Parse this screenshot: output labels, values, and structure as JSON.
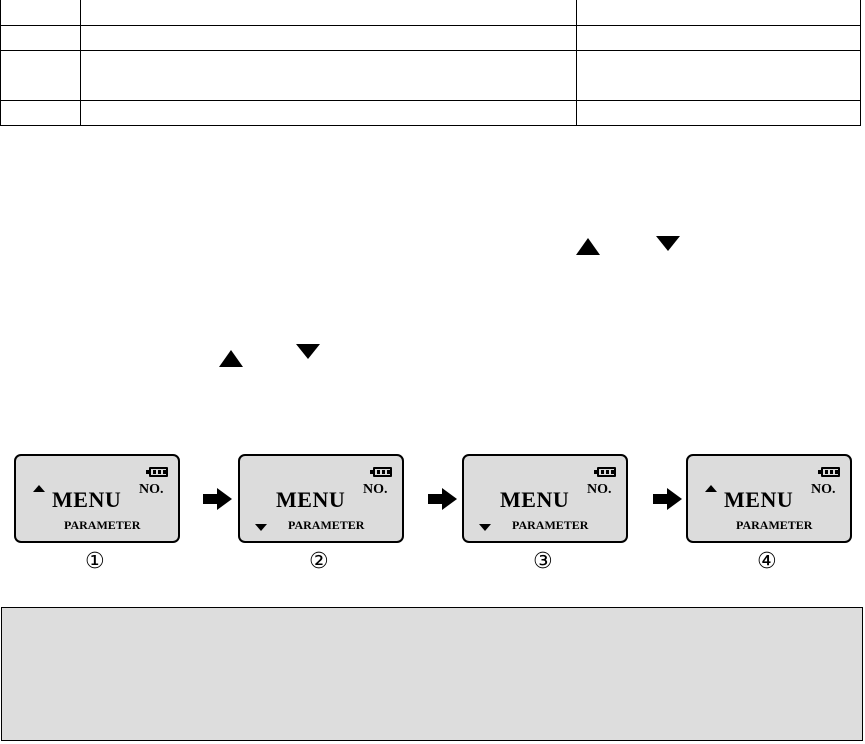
{
  "table": {
    "rows": [
      [
        "",
        "",
        ""
      ],
      [
        "",
        "",
        ""
      ],
      [
        "",
        "",
        ""
      ],
      [
        "",
        "",
        ""
      ]
    ]
  },
  "screens": [
    {
      "step": "①",
      "menu": "MENU",
      "parameter": "PARAMETER",
      "no": "NO.",
      "indicator": "up"
    },
    {
      "step": "②",
      "menu": "MENU",
      "parameter": "PARAMETER",
      "no": "NO.",
      "indicator": "down"
    },
    {
      "step": "③",
      "menu": "MENU",
      "parameter": "PARAMETER",
      "no": "NO.",
      "indicator": "down"
    },
    {
      "step": "④",
      "menu": "MENU",
      "parameter": "PARAMETER",
      "no": "NO.",
      "indicator": "up"
    }
  ],
  "icons": {
    "up": "triangle-up-icon",
    "down": "triangle-down-icon",
    "next": "right-arrow-icon",
    "battery": "battery-icon"
  },
  "colors": {
    "lcd_background": "#dcdcdc",
    "note_background": "#dddddd"
  }
}
